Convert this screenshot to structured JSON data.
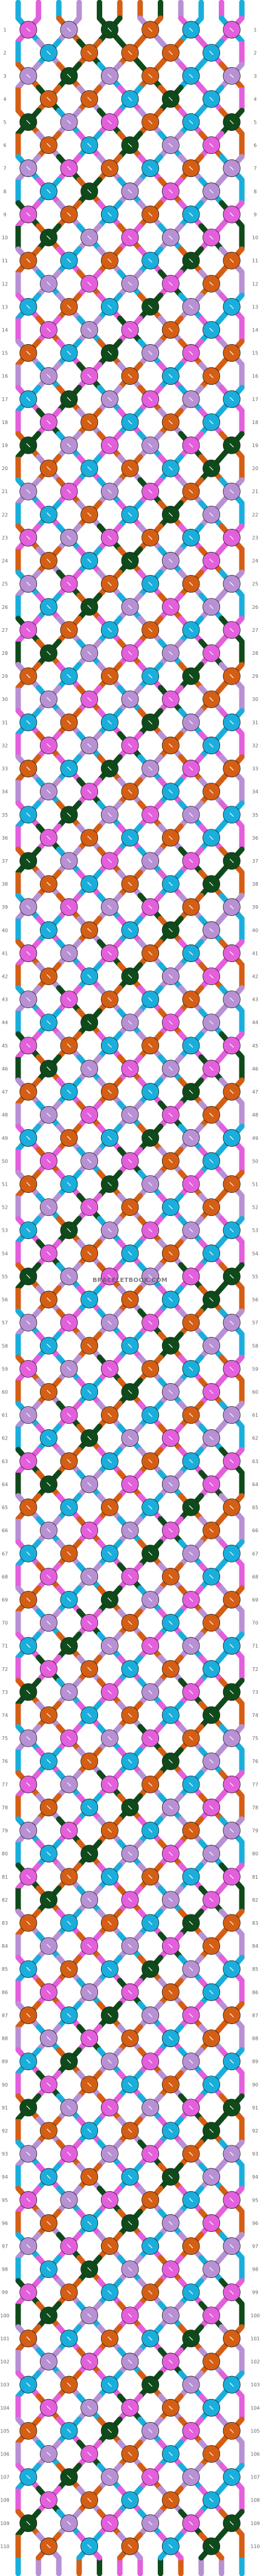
{
  "pattern": {
    "rows": 110,
    "strings": 12,
    "watermark": "BRACELETBOOK.COM",
    "colors": {
      "A": "#e35fdc",
      "B": "#1aaedc",
      "C": "#b891d4",
      "D": "#d45e14",
      "E": "#0f4a1a"
    },
    "top_strings": [
      "B",
      "A",
      "B",
      "C",
      "E",
      "D",
      "D",
      "E",
      "C",
      "B",
      "A",
      "B"
    ],
    "bottom_strings": [
      "B",
      "C",
      "C",
      "D",
      "E",
      "A",
      "A",
      "E",
      "D",
      "C",
      "C",
      "B"
    ],
    "row_rules": [
      [
        1,
        "ABCDEEDCBA"
      ],
      [
        2,
        "BCDEDEDCBA"
      ],
      [
        3,
        "CDEDCBDEBA"
      ],
      [
        4,
        "DEDCBAEDBA"
      ],
      [
        5,
        "EDCBAEDCBA"
      ],
      [
        6,
        "DCBAEDCBAD"
      ],
      [
        7,
        "CBAEDCBADC"
      ],
      [
        8,
        "BAEDCBADCB"
      ],
      [
        9,
        "AEDCBADCBA"
      ],
      [
        10,
        "EDCBADCBAE"
      ],
      [
        11,
        "DCBADCBAED"
      ],
      [
        12,
        "CBADCBAEDC"
      ],
      [
        13,
        "BADCBAEDCB"
      ],
      [
        14,
        "ADCBAEDCBA"
      ],
      [
        15,
        "DCBAEDCBAD"
      ],
      [
        16,
        "CBAEDCBADC"
      ],
      [
        17,
        "BAEDCBADCB"
      ],
      [
        18,
        "AEDCBADCBA"
      ],
      [
        19,
        "EDCBADCBAE"
      ],
      [
        20,
        "DCBADCBAED"
      ],
      [
        21,
        "CBADCBAEDC"
      ],
      [
        22,
        "BADCBAEDCB"
      ],
      [
        23,
        "ADCBAEDCBA"
      ],
      [
        24,
        "DCBAEDCBAD"
      ],
      [
        25,
        "CBAEDCBADC"
      ],
      [
        26,
        "BAEDCBADCB"
      ],
      [
        27,
        "AEDCBADCBA"
      ],
      [
        28,
        "EDCBADCBAE"
      ],
      [
        29,
        "DCBADCBAED"
      ],
      [
        30,
        "CBADCBAEDC"
      ],
      [
        31,
        "BADCBAEDCB"
      ],
      [
        32,
        "ADCBAEDCBA"
      ],
      [
        33,
        "DCBAEDCBAD"
      ],
      [
        34,
        "CBAEDCBADC"
      ],
      [
        35,
        "BAEDCBADCB"
      ],
      [
        36,
        "AEDCBADCBA"
      ],
      [
        37,
        "EDCBADCBAE"
      ],
      [
        38,
        "DCBADCBAED"
      ],
      [
        39,
        "CBADCBAEDC"
      ],
      [
        40,
        "BADCBAEDCB"
      ],
      [
        41,
        "ADCBAEDCBA"
      ],
      [
        42,
        "DCBAEDCBAD"
      ],
      [
        43,
        "CBAEDCBADC"
      ],
      [
        44,
        "BAEDCBADCB"
      ],
      [
        45,
        "AEDCBADCBA"
      ],
      [
        46,
        "EDCBADCBAE"
      ],
      [
        47,
        "DCBADCBAED"
      ],
      [
        48,
        "CBADCBAEDC"
      ],
      [
        49,
        "BADCBAEDCB"
      ],
      [
        50,
        "ADCBAEDCBA"
      ],
      [
        51,
        "DCBAEDCBAD"
      ],
      [
        52,
        "CBAEDCBADC"
      ],
      [
        53,
        "BAEDCBADCB"
      ],
      [
        54,
        "AEDCBADCBA"
      ],
      [
        55,
        "EDCBADCBAE"
      ],
      [
        56,
        "DCBADCBAED"
      ],
      [
        57,
        "CBADCBAEDC"
      ],
      [
        58,
        "BADCBAEDCB"
      ],
      [
        59,
        "ADCBAEDCBA"
      ],
      [
        60,
        "DCBAEDCBAD"
      ],
      [
        61,
        "CBAEDCBADC"
      ],
      [
        62,
        "BAEDCBADCB"
      ],
      [
        63,
        "AEDCBADCBA"
      ],
      [
        64,
        "EDCBADCBAE"
      ],
      [
        65,
        "DCBADCBAED"
      ],
      [
        66,
        "CBADCBAEDC"
      ],
      [
        67,
        "BADCBAEDCB"
      ],
      [
        68,
        "ADCBAEDCBA"
      ],
      [
        69,
        "DCBAEDCBAD"
      ],
      [
        70,
        "CBAEDCBADC"
      ],
      [
        71,
        "BAEDCBADCB"
      ],
      [
        72,
        "AEDCBADCBA"
      ],
      [
        73,
        "EDCBADCBAE"
      ],
      [
        74,
        "DCBADCBAED"
      ],
      [
        75,
        "CBADCBAEDC"
      ],
      [
        76,
        "BADCBAEDCB"
      ],
      [
        77,
        "ADCBAEDCBA"
      ],
      [
        78,
        "DCBAEDCBAD"
      ],
      [
        79,
        "CBAEDCBADC"
      ],
      [
        80,
        "BAEDCBADCB"
      ],
      [
        81,
        "AEDCBADCBA"
      ],
      [
        82,
        "EDCBADCBAE"
      ],
      [
        83,
        "DCBADCBAED"
      ],
      [
        84,
        "CBADCBAEDC"
      ],
      [
        85,
        "BADCBAEDCB"
      ],
      [
        86,
        "ADCBAEDCBA"
      ],
      [
        87,
        "DCBAEDCBAD"
      ],
      [
        88,
        "CBAEDCBADC"
      ],
      [
        89,
        "BAEDCBADCB"
      ],
      [
        90,
        "AEDCBADCBA"
      ],
      [
        91,
        "EDCBADCBAE"
      ],
      [
        92,
        "DCBADCBAED"
      ],
      [
        93,
        "CBADCBAEDC"
      ],
      [
        94,
        "BADCBAEDCB"
      ],
      [
        95,
        "ADCBAEDCBA"
      ],
      [
        96,
        "DCBAEDCBAD"
      ],
      [
        97,
        "CBAEDCBADC"
      ],
      [
        98,
        "BAEDCBADCB"
      ],
      [
        99,
        "AEDCBADCBA"
      ],
      [
        100,
        "EDCBADCBAE"
      ],
      [
        101,
        "DCBADCBAED"
      ],
      [
        102,
        "CBADCBAEDC"
      ],
      [
        103,
        "BADCBAEDCB"
      ],
      [
        104,
        "ADCBAEDCBA"
      ],
      [
        105,
        "DCBAEDCBAD"
      ],
      [
        106,
        "CBAEDCBADC"
      ],
      [
        107,
        "BAEDCBADCB"
      ],
      [
        108,
        "AEDCBADCBA"
      ],
      [
        109,
        "EDCBADCBAE"
      ],
      [
        110,
        "DCBADCBAED"
      ]
    ]
  }
}
